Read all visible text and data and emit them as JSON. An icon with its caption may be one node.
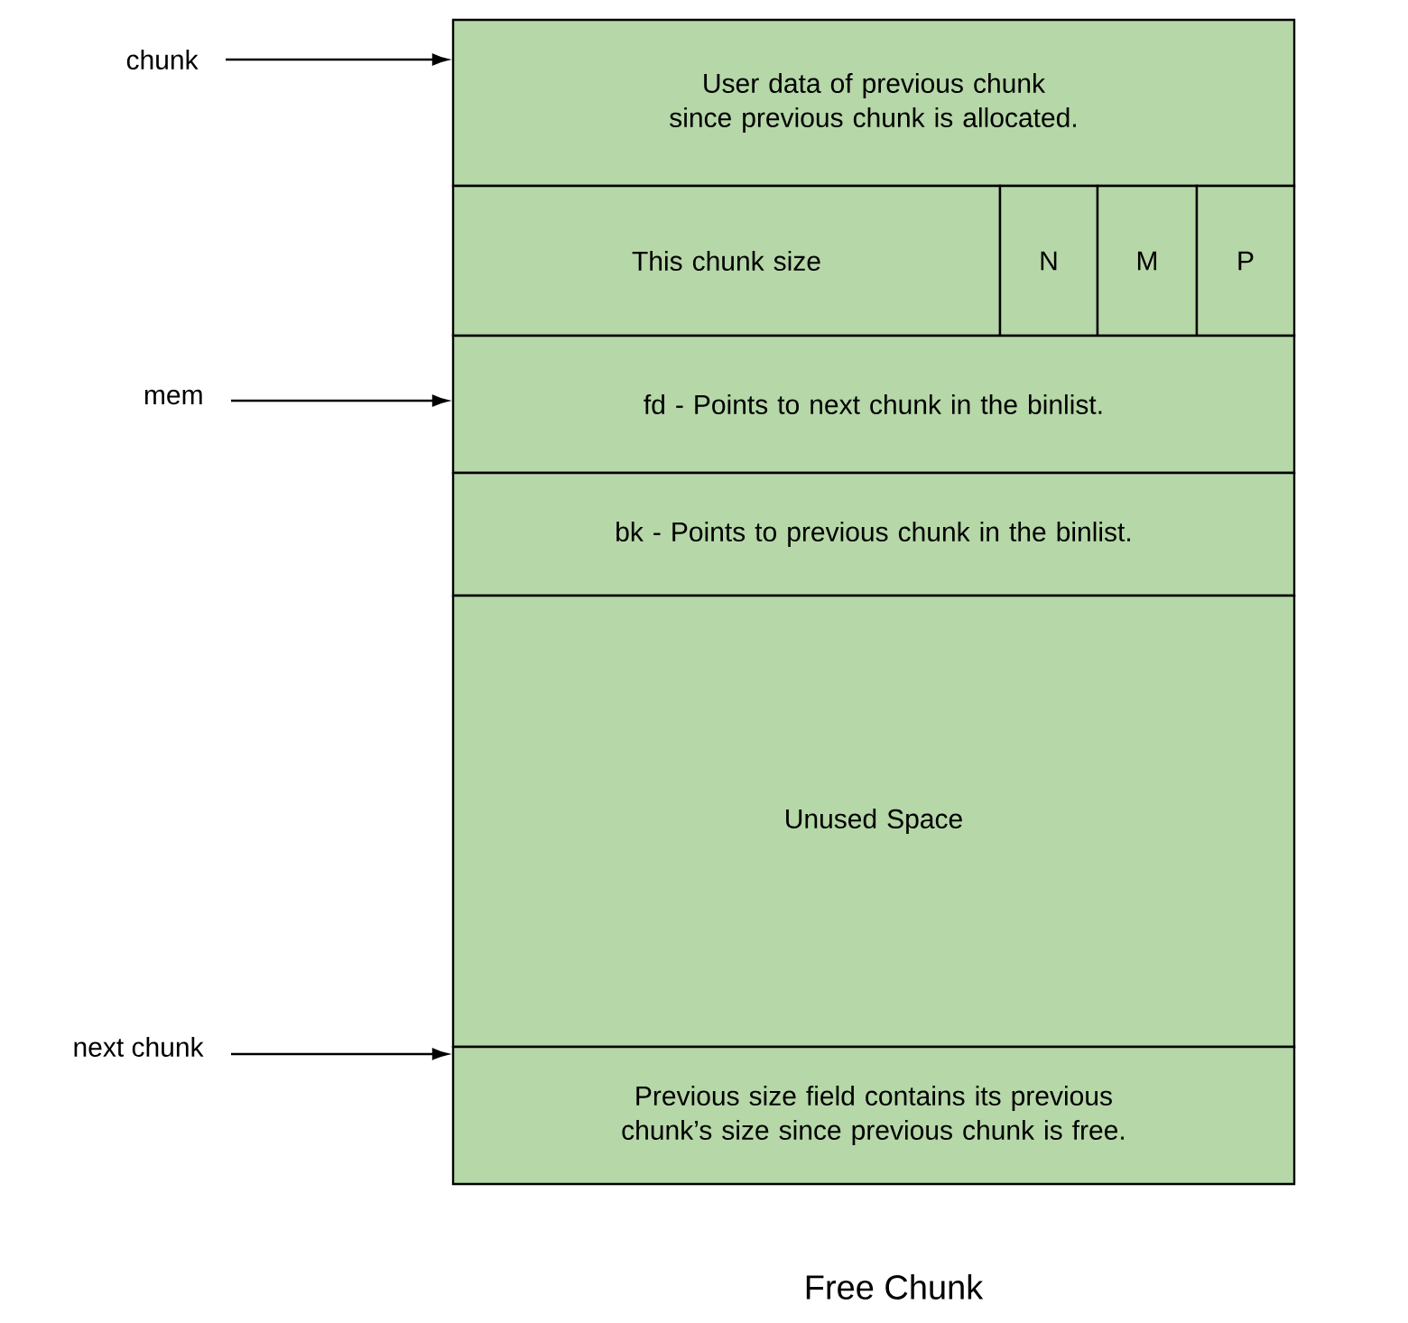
{
  "diagram": {
    "caption": "Free Chunk",
    "nodes": [
      {
        "text": [
          "chunk"
        ]
      },
      {
        "text": [
          "mem"
        ]
      },
      {
        "text": [
          "next chunk"
        ]
      },
      {
        "text": [
          "User data of previous chunk since previous chunk is allocated."
        ]
      },
      {
        "text": [
          "This chunk size"
        ]
      },
      {
        "text": [
          "N"
        ]
      },
      {
        "text": [
          "M"
        ]
      },
      {
        "text": [
          "P"
        ]
      },
      {
        "text": [
          "fd - Points to next chunk in the binlist."
        ]
      },
      {
        "text": [
          "bk - Points to previous chunk in the binlist."
        ]
      },
      {
        "text": [
          "Unused Space"
        ]
      },
      {
        "text": [
          "Previous size field contains its previous chunk’s size since previous chunk is free."
        ]
      }
    ],
    "edges": [
      {
        "from": 0,
        "to": 3,
        "arrow": "to"
      },
      {
        "from": 1,
        "to": 8,
        "arrow": "to"
      },
      {
        "from": 2,
        "to": 11,
        "arrow": "to"
      }
    ]
  }
}
